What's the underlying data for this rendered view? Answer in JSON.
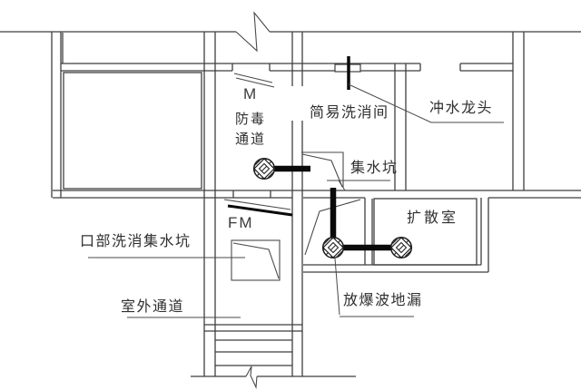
{
  "drawing": {
    "type": "architectural-floor-plan",
    "background": "#ffffff",
    "line_color": "#3f3f3f",
    "pipe_color": "#0a0a0a",
    "text_color": "#2f2f2f"
  },
  "labels": {
    "door_m": "M",
    "door_fm": "FM",
    "gas_proof_passage_line1": "防毒",
    "gas_proof_passage_line2": "通道",
    "simple_washing_room": "简易洗消间",
    "flush_faucet": "冲水龙头",
    "collecting_pit": "集水坑",
    "diffusion_room": "扩散室",
    "entrance_washing_pit": "口部洗消集水坑",
    "outdoor_passage": "室外通道",
    "blast_wave_floor_drain": "放爆波地漏"
  },
  "icons": {
    "floor_drain": "hatched-circle-drain-symbol",
    "door_leaf": "slash-door-leaf",
    "break_mark": "zigzag-break-line",
    "faucet": "wall-faucet-symbol"
  },
  "counts": {
    "floor_drains": 3,
    "doors": 2
  }
}
